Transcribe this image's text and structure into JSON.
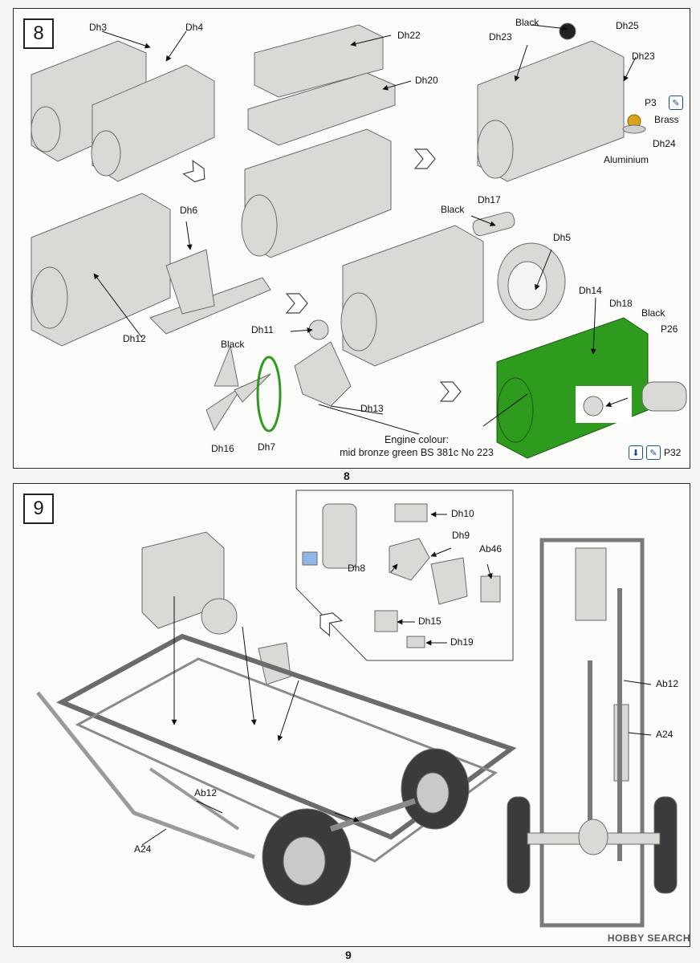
{
  "step8": {
    "number": "8",
    "labels": {
      "dh3": "Dh3",
      "dh4": "Dh4",
      "dh22": "Dh22",
      "dh20": "Dh20",
      "black_top": "Black",
      "dh25": "Dh25",
      "dh23a": "Dh23",
      "dh23b": "Dh23",
      "p3": "P3",
      "brass": "Brass",
      "dh24": "Dh24",
      "aluminium": "Aluminium",
      "dh6": "Dh6",
      "dh12": "Dh12",
      "black_dh17": "Black",
      "dh17": "Dh17",
      "dh5": "Dh5",
      "dh11": "Dh11",
      "black_fan": "Black",
      "dh13": "Dh13",
      "dh16": "Dh16",
      "dh7": "Dh7",
      "dh14": "Dh14",
      "dh18": "Dh18",
      "black_right": "Black",
      "p26": "P26",
      "p32": "P32"
    },
    "engine_colour_line1": "Engine colour:",
    "engine_colour_line2": "mid bronze green BS 381c No 223",
    "engine_colour_hex": "#2e9b1f",
    "page_number": "8"
  },
  "step9": {
    "number": "9",
    "labels": {
      "dh10": "Dh10",
      "dh9": "Dh9",
      "dh8": "Dh8",
      "ab46": "Ab46",
      "dh15": "Dh15",
      "dh19": "Dh19",
      "ab12_left": "Ab12",
      "a24_left": "A24",
      "ab12_right": "Ab12",
      "a24_right": "A24"
    },
    "page_number": "9"
  },
  "watermark": "HOBBY SEARCH",
  "icons": [
    "pencil-icon",
    "pencil-icon",
    "download-icon"
  ]
}
